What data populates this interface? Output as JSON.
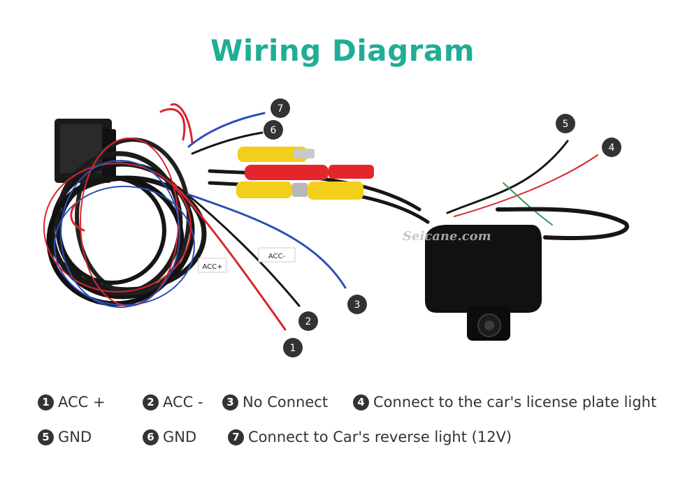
{
  "title": "Wiring Diagram",
  "watermark": "Seicane.com",
  "wire_tags": {
    "acc_plus": "ACC+",
    "acc_minus": "ACC-"
  },
  "callouts": [
    "1",
    "2",
    "3",
    "4",
    "5",
    "6",
    "7"
  ],
  "legend": [
    {
      "num": "1",
      "text": "ACC +"
    },
    {
      "num": "2",
      "text": "ACC -"
    },
    {
      "num": "3",
      "text": "No Connect"
    },
    {
      "num": "4",
      "text": "Connect to the car's license plate light"
    },
    {
      "num": "5",
      "text": "GND"
    },
    {
      "num": "6",
      "text": "GND"
    },
    {
      "num": "7",
      "text": "Connect to Car's reverse light (12V)"
    }
  ],
  "colors": {
    "title": "#1fae95",
    "wire_red": "#d8262c",
    "wire_black": "#161616",
    "wire_blue": "#2b4fb8",
    "wire_green": "#27a050",
    "rca_yellow": "#f2cf1a",
    "rca_red": "#e3262a",
    "badge": "#333333"
  }
}
